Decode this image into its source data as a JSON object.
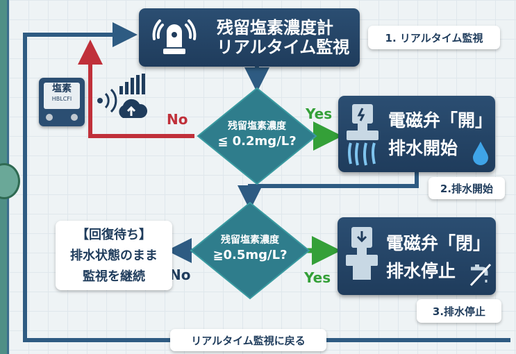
{
  "top_box": {
    "line1": "残留塩素濃度計",
    "line2": "リアルタイム監視"
  },
  "step1_label": "1. リアルタイム監視",
  "meter": {
    "title": "塩素",
    "display": "HBLCFI"
  },
  "decision1": {
    "line1": "残留塩素濃度",
    "line2": "≦ 0.2mg/L?",
    "no_label": "No",
    "yes_label": "Yes"
  },
  "action_open": {
    "line1": "電磁弁「開」",
    "line2": "排水開始"
  },
  "step2_label": "2.排水開始",
  "decision2": {
    "line1": "残留塩素濃度",
    "line2": "≧0.5mg/L?",
    "no_label": "No",
    "yes_label": "Yes"
  },
  "wait_box": {
    "line1": "【回復待ち】",
    "line2": "排水状態のまま",
    "line3": "監視を継続"
  },
  "action_close": {
    "line1": "電磁弁「閉」",
    "line2": "排水停止"
  },
  "step3_label": "3.排水停止",
  "return_label": "リアルタイム監視に戻る",
  "colors": {
    "navy": "#1f3c5c",
    "teal_diamond": "#2f7d8c",
    "no_red": "#c0303a",
    "yes_green": "#34a038",
    "arrow_blue": "#2e5b82"
  }
}
